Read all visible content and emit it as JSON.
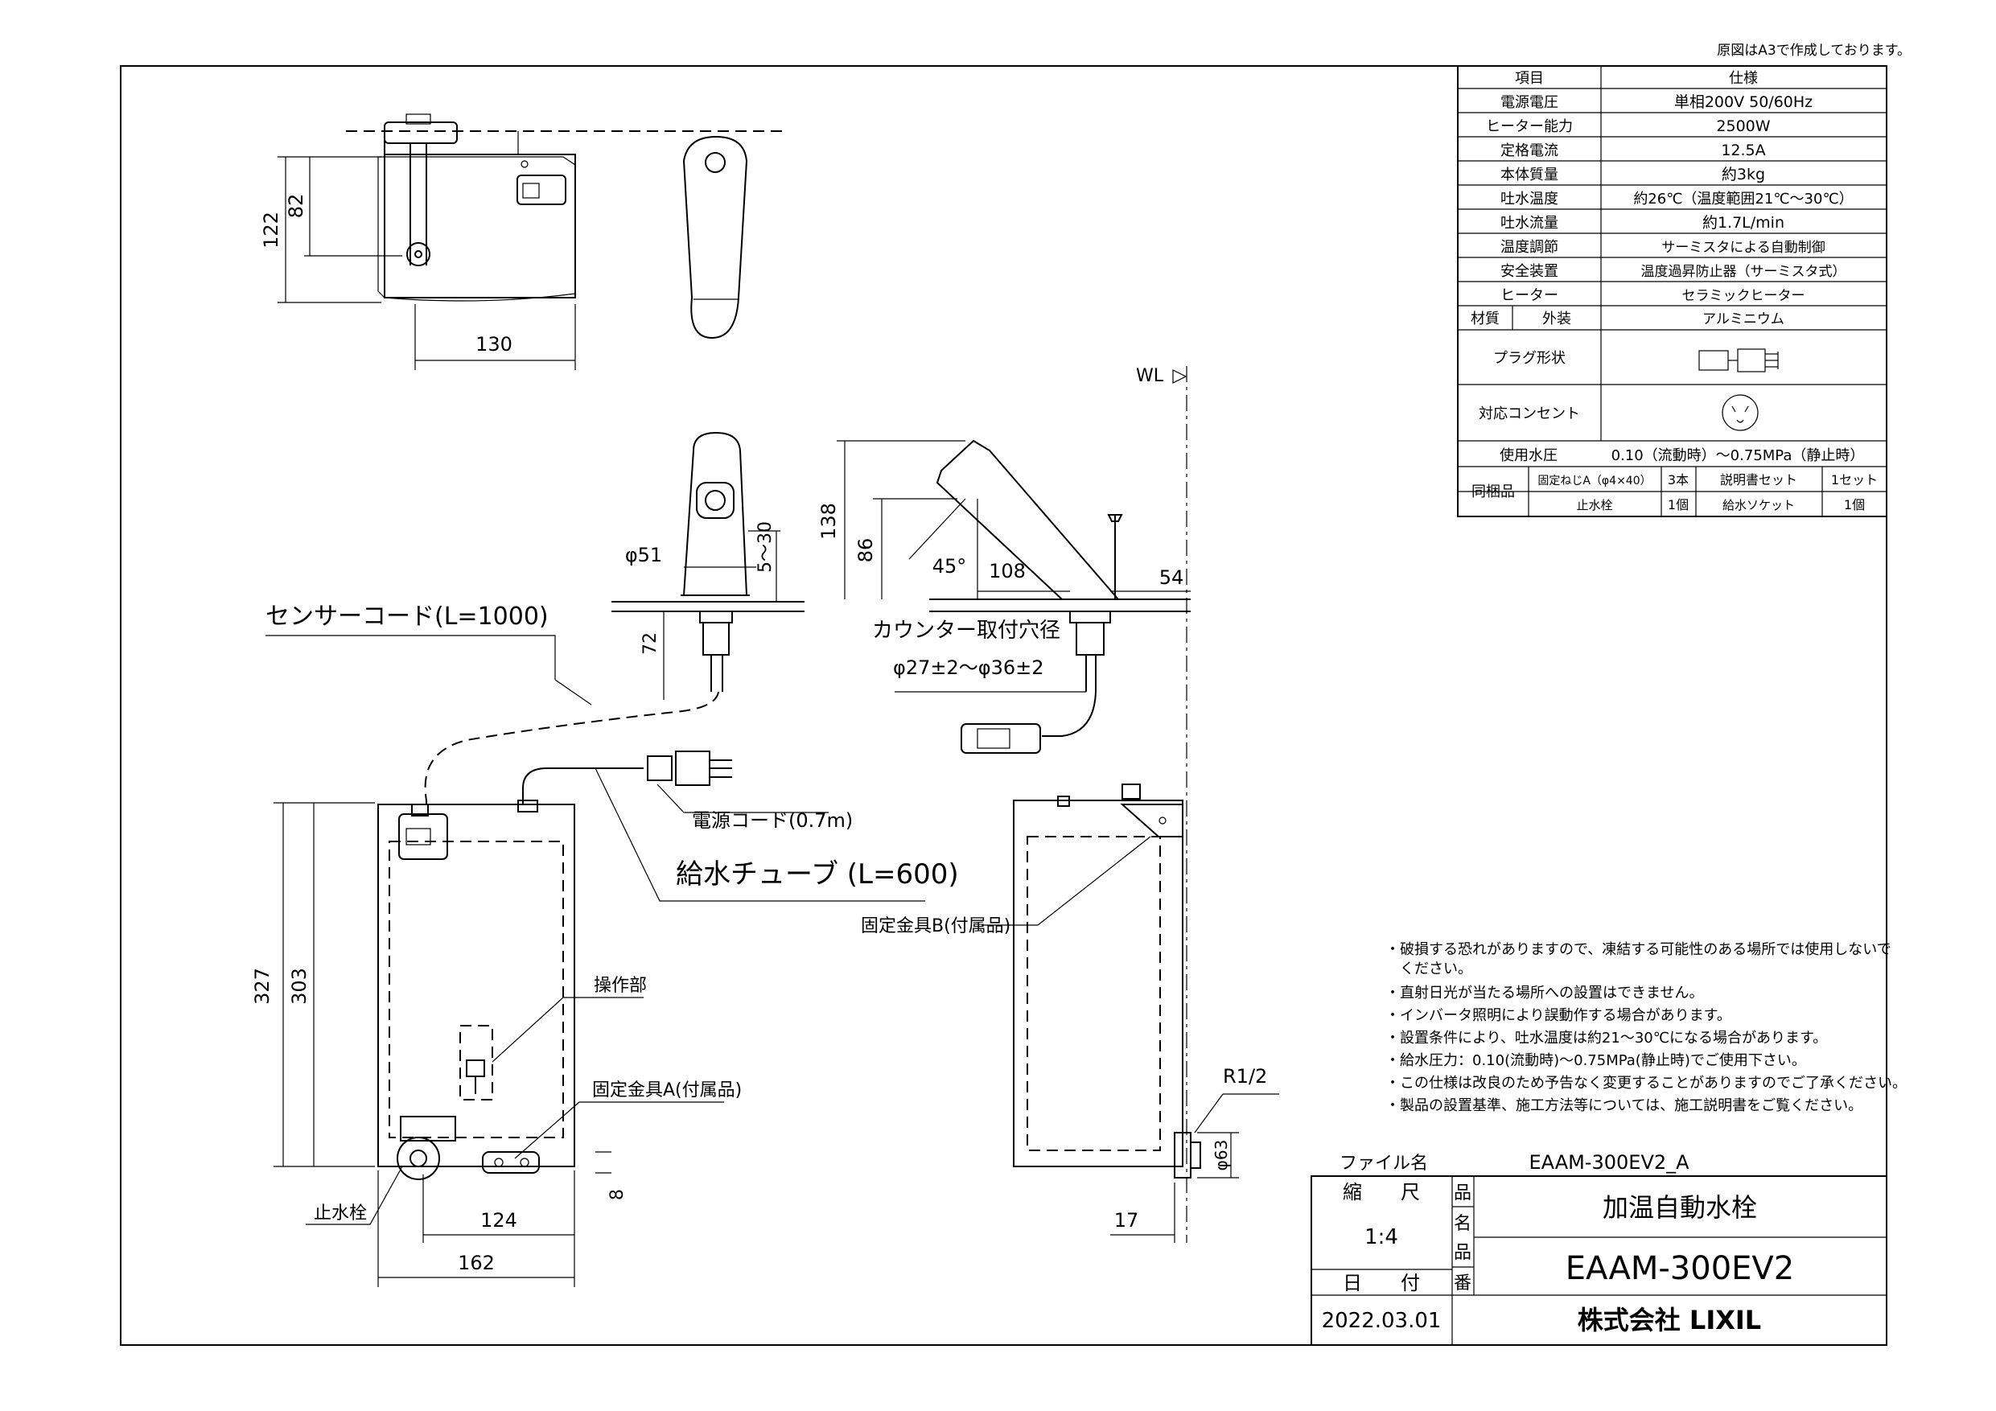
{
  "header_note": "原図はA3で作成しております。",
  "spec_table": {
    "header": [
      "項目",
      "仕様"
    ],
    "rows": [
      [
        "電源電圧",
        "単相200V 50/60Hz"
      ],
      [
        "ヒーター能力",
        "2500W"
      ],
      [
        "定格電流",
        "12.5A"
      ],
      [
        "本体質量",
        "約3kg"
      ],
      [
        "吐水温度",
        "約26℃（温度範囲21℃～30℃）"
      ],
      [
        "吐水流量",
        "約1.7L/min"
      ],
      [
        "温度調節",
        "サーミスタによる自動制御"
      ],
      [
        "安全装置",
        "温度過昇防止器（サーミスタ式）"
      ],
      [
        "ヒーター",
        "セラミックヒーター"
      ]
    ],
    "material_label": "材質",
    "material_sub": "外装",
    "material_value": "アルミニウム",
    "plug_label": "プラグ形状",
    "outlet_label": "対応コンセント",
    "pressure_label": "使用水圧",
    "pressure_value": "0.10（流動時）～0.75MPa（静止時）",
    "accessories_label": "同梱品",
    "accessories": [
      [
        "固定ねじA（φ4×40）",
        "3本",
        "説明書セット",
        "1セット"
      ],
      [
        "止水栓",
        "1個",
        "給水ソケット",
        "1個"
      ]
    ]
  },
  "notes": [
    "・破損する恐れがありますので、凍結する可能性のある場所では使用しないで",
    "　ください。",
    "・直射日光が当たる場所への設置はできません。",
    "・インバータ照明により誤動作する場合があります。",
    "・設置条件により、吐水温度は約21～30℃になる場合があります。",
    "・給水圧力：0.10(流動時)～0.75MPa(静止時)でご使用下さい。",
    "・この仕様は改良のため予告なく変更することがありますのでご了承ください。",
    "・製品の設置基準、施工方法等については、施工説明書をご覧ください。"
  ],
  "labels": {
    "sensor_cord": "センサーコード(L=1000)",
    "power_cord": "電源コード(0.7m)",
    "supply_tube": "給水チューブ (L=600)",
    "bracket_b": "固定金具B(付属品)",
    "bracket_a": "固定金具A(付属品)",
    "operation": "操作部",
    "stop_valve": "止水栓",
    "counter_hole": "カウンター取付穴径",
    "hole_dim": "φ27±2～φ36±2",
    "wl": "WL",
    "r_thread": "R1/2"
  },
  "dims": {
    "d122": "122",
    "d82": "82",
    "d130": "130",
    "d138": "138",
    "d86": "86",
    "d45": "45°",
    "d108": "108",
    "d54": "54",
    "phi51": "φ51",
    "d5_30": "5～30",
    "d72": "72",
    "d327": "327",
    "d303": "303",
    "d124": "124",
    "d162": "162",
    "d8": "8",
    "phi63": "φ63",
    "d17": "17"
  },
  "title_block": {
    "file_label": "ファイル名",
    "file_value": "EAAM-300EV2_A",
    "scale_label": "縮　　尺",
    "scale_value": "1:4",
    "date_label": "日　　付",
    "date_value": "2022.03.01",
    "name_label_1": "品",
    "name_label_2": "名",
    "name_value": "加温自動水栓",
    "number_label_1": "品",
    "number_label_2": "番",
    "number_value": "EAAM-300EV2",
    "company": "株式会社 LIXIL"
  }
}
